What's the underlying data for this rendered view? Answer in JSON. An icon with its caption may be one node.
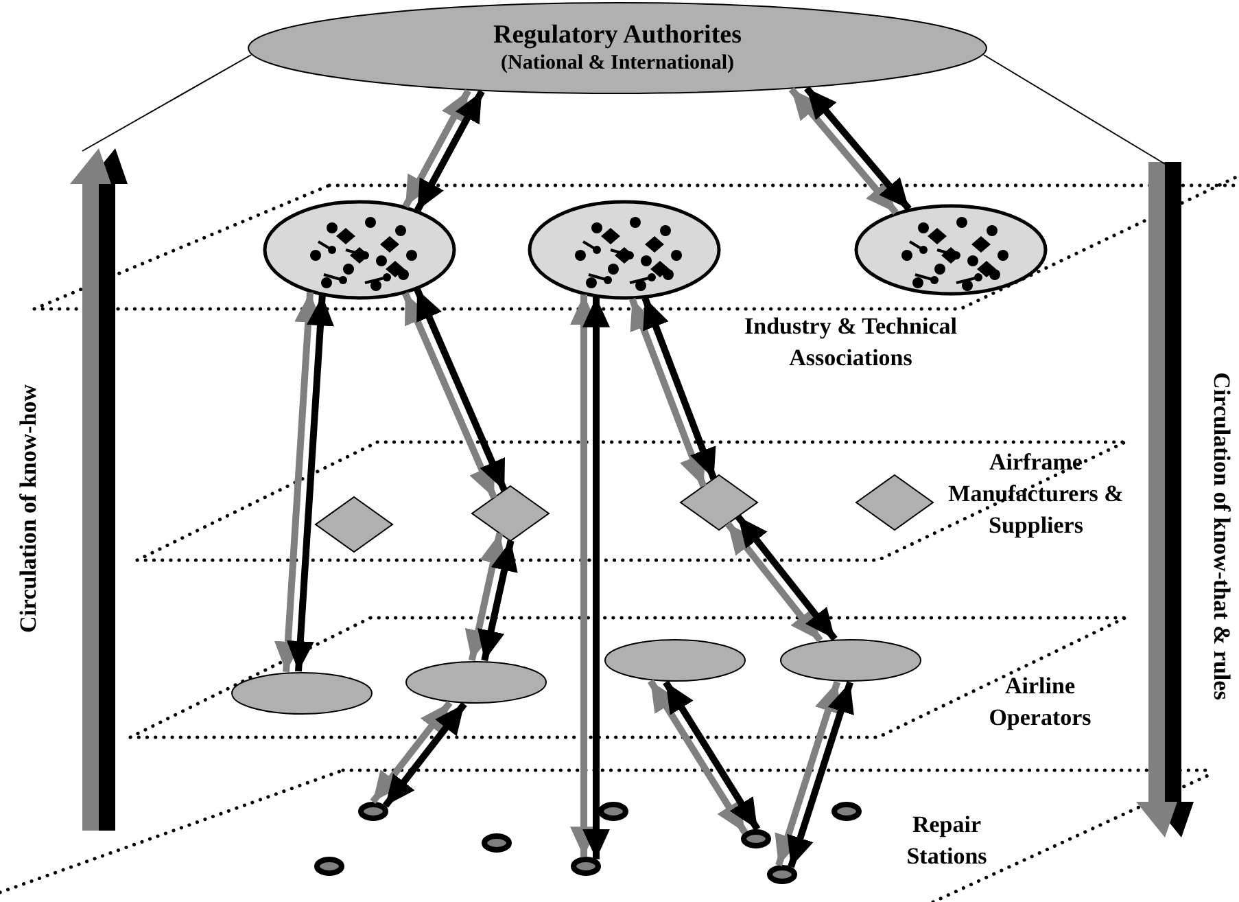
{
  "diagram": {
    "nodes": [
      {
        "text": [
          "Regulatory Authorites",
          "(National & International)"
        ]
      },
      {
        "text": [],
        "shape": "ellipse"
      },
      {
        "text": [],
        "shape": "ellipse"
      },
      {
        "text": [],
        "shape": "ellipse"
      },
      {
        "text": [],
        "shape": "diamond"
      },
      {
        "text": [],
        "shape": "diamond"
      },
      {
        "text": [],
        "shape": "diamond"
      },
      {
        "text": [],
        "shape": "diamond"
      },
      {
        "text": [],
        "shape": "ellipse"
      },
      {
        "text": [],
        "shape": "ellipse"
      },
      {
        "text": [],
        "shape": "ellipse"
      },
      {
        "text": [],
        "shape": "ellipse"
      },
      {
        "text": [],
        "shape": "ring"
      },
      {
        "text": [],
        "shape": "ring"
      },
      {
        "text": [],
        "shape": "ring"
      },
      {
        "text": [],
        "shape": "ring"
      },
      {
        "text": [],
        "shape": "ring"
      },
      {
        "text": [],
        "shape": "ring"
      },
      {
        "text": [],
        "shape": "ring"
      },
      {
        "text": [],
        "shape": "ring"
      }
    ],
    "edges": [
      {
        "from": 0,
        "to": 1,
        "arrow": "both",
        "color": "#808080"
      },
      {
        "from": 0,
        "to": 1,
        "arrow": "both",
        "color": "#000000"
      },
      {
        "from": 0,
        "to": 3,
        "arrow": "both",
        "color": "#808080"
      },
      {
        "from": 0,
        "to": 3,
        "arrow": "both",
        "color": "#000000"
      },
      {
        "from": 1,
        "to": 8,
        "arrow": "both",
        "color": "#808080"
      },
      {
        "from": 1,
        "to": 8,
        "arrow": "both",
        "color": "#000000"
      },
      {
        "from": 1,
        "to": 5,
        "arrow": "both",
        "color": "#808080"
      },
      {
        "from": 1,
        "to": 5,
        "arrow": "both",
        "color": "#000000"
      },
      {
        "from": 2,
        "to": 15,
        "arrow": "both",
        "color": "#808080"
      },
      {
        "from": 2,
        "to": 15,
        "arrow": "both",
        "color": "#000000"
      },
      {
        "from": 2,
        "to": 6,
        "arrow": "both",
        "color": "#808080"
      },
      {
        "from": 2,
        "to": 6,
        "arrow": "both",
        "color": "#000000"
      },
      {
        "from": 6,
        "to": 11,
        "arrow": "both",
        "color": "#808080"
      },
      {
        "from": 6,
        "to": 11,
        "arrow": "both",
        "color": "#000000"
      },
      {
        "from": 5,
        "to": 9,
        "arrow": "both",
        "color": "#808080"
      },
      {
        "from": 5,
        "to": 9,
        "arrow": "both",
        "color": "#000000"
      },
      {
        "from": 9,
        "to": 13,
        "arrow": "both",
        "color": "#808080"
      },
      {
        "from": 9,
        "to": 13,
        "arrow": "both",
        "color": "#000000"
      },
      {
        "from": 10,
        "to": 17,
        "arrow": "both",
        "color": "#808080"
      },
      {
        "from": 10,
        "to": 17,
        "arrow": "both",
        "color": "#000000"
      },
      {
        "from": 11,
        "to": 18,
        "arrow": "both",
        "color": "#808080"
      },
      {
        "from": 11,
        "to": 18,
        "arrow": "both",
        "color": "#000000"
      }
    ],
    "labels": [
      "Industry & Technical Associations",
      "Airframe Manufacturers & Suppliers",
      "Airline Operators",
      "Repair Stations",
      "Circulation of know-how",
      "Circulation of know-that & rules"
    ]
  }
}
